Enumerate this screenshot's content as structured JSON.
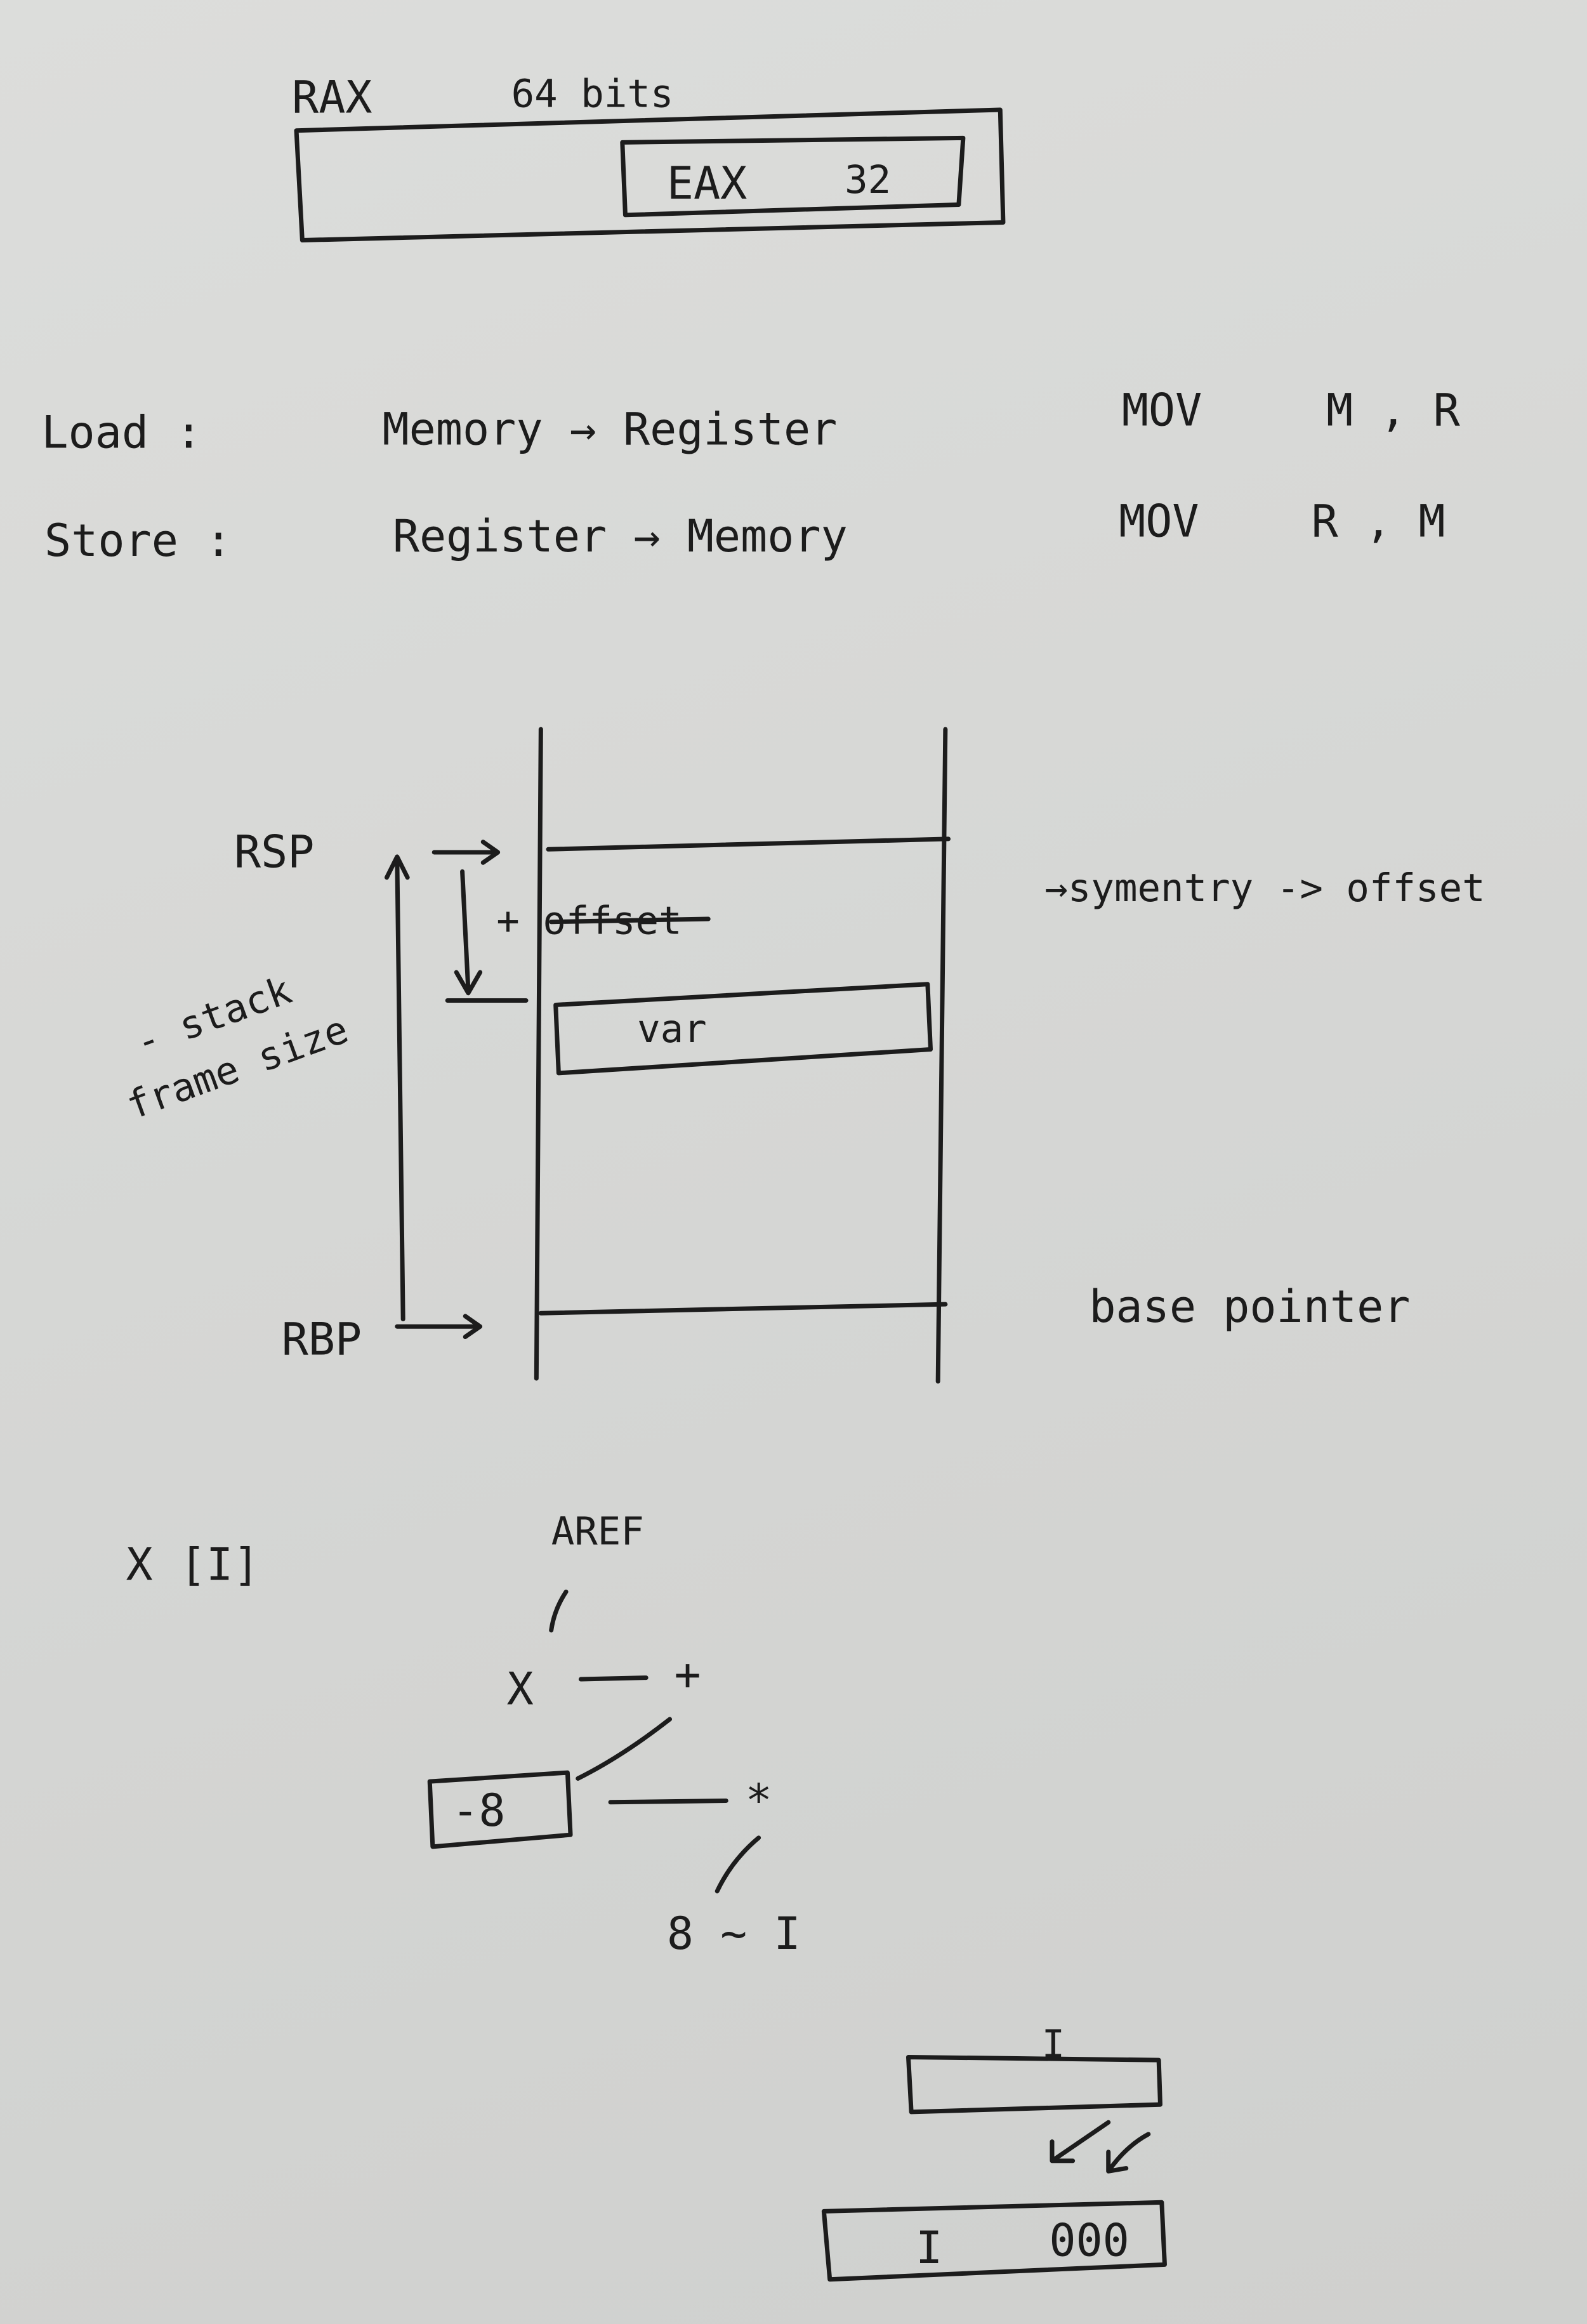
{
  "register": {
    "outer_label": "RAX",
    "outer_size": "64 bits",
    "inner_label": "EAX",
    "inner_size": "32"
  },
  "operations": [
    {
      "name": "Load :",
      "flow": "Memory → Register",
      "instr": "MOV",
      "operands": "M , R"
    },
    {
      "name": "Store :",
      "flow": "Register → Memory",
      "instr": "MOV",
      "operands": "R , M"
    }
  ],
  "stack": {
    "rsp": "RSP",
    "rbp": "RBP",
    "offset": "+ offset",
    "frame_size_1": "- stack",
    "frame_size_2": "frame size",
    "var": "var",
    "symentry_note": "→symentry -> offset",
    "base_pointer_note": "base pointer"
  },
  "aref": {
    "expr": "X [I]",
    "root": "AREF",
    "x": "X",
    "plus": "+",
    "const": "-8",
    "times": "*",
    "leaf": "8 ~ I"
  },
  "bottom": {
    "top_label": "I",
    "box_left": "I",
    "box_right": "000"
  }
}
